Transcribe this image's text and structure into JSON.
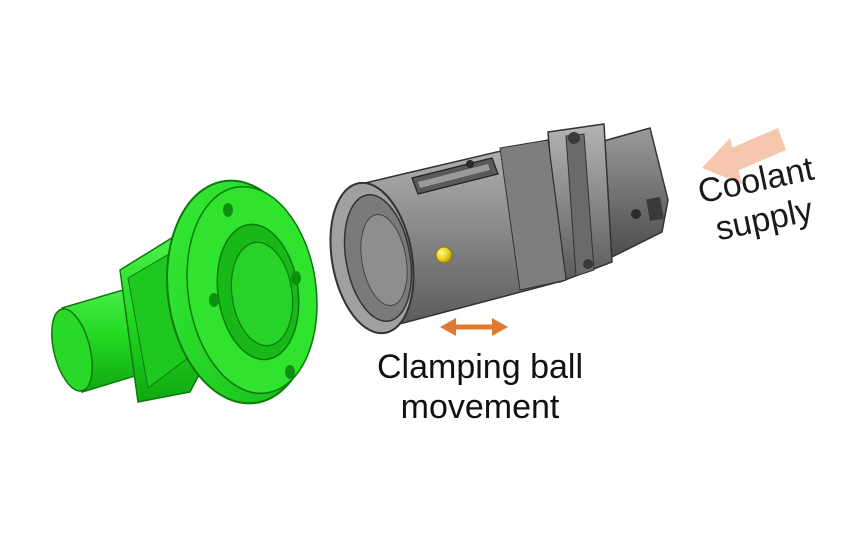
{
  "labels": {
    "clamping": {
      "line1": "Clamping ball",
      "line2": "movement"
    },
    "coolant": {
      "line1": "Coolant",
      "line2": "supply"
    }
  },
  "components": {
    "workpiece": "green-flanged-workpiece",
    "holder": "grey-tool-holder",
    "clamping_ball": "yellow-clamping-ball",
    "clamping_arrow": "orange-double-arrow",
    "coolant_arrow": "peach-flow-arrow"
  },
  "colors": {
    "workpiece_green": "#22dd22",
    "holder_grey": "#8a8a8a",
    "ball_yellow": "#e8d21a",
    "clamp_arrow_orange": "#e07a30",
    "coolant_arrow_peach": "#f6c7ad",
    "text": "#111111"
  }
}
